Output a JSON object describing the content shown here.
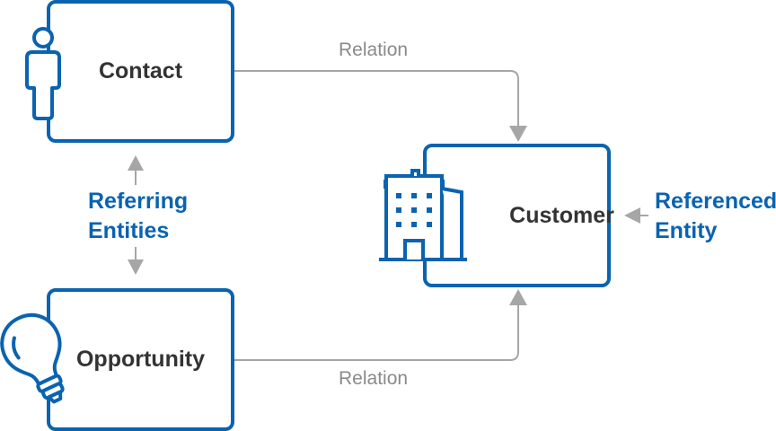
{
  "boxes": {
    "contact": "Contact",
    "opportunity": "Opportunity",
    "customer": "Customer"
  },
  "relations": {
    "top": "Relation",
    "bottom": "Relation"
  },
  "referring": {
    "line1": "Referring",
    "line2": "Entities"
  },
  "referenced": {
    "line1": "Referenced",
    "line2": "Entity"
  },
  "icons": {
    "contact": "person-icon",
    "opportunity": "lightbulb-icon",
    "customer": "office-building-icon"
  },
  "colors": {
    "accent": "#0a63b0",
    "connector": "#a6a6a6",
    "relation_text": "#8a8a8a",
    "box_text": "#333333"
  }
}
